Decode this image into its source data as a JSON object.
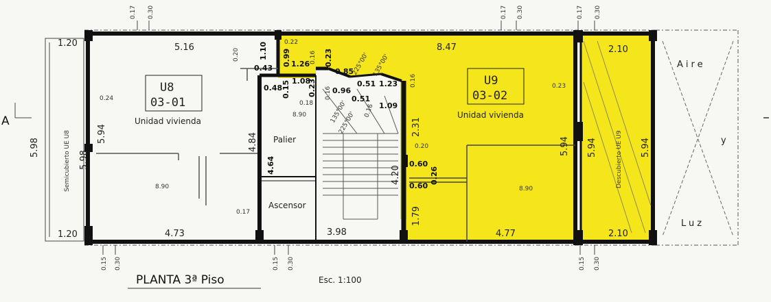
{
  "plan": {
    "title": "PLANTA 3ª Piso",
    "scale": "Esc. 1:100",
    "section_mark": "A",
    "colors": {
      "highlight": "#f4e61a",
      "wall": "#111111",
      "line": "#444444",
      "paper": "#f7f7f3"
    },
    "units": {
      "u8": {
        "id": "U8",
        "code": "03-01",
        "use": "Unidad vivienda"
      },
      "u9": {
        "id": "U9",
        "code": "03-02",
        "use": "Unidad vivienda"
      }
    },
    "rooms": {
      "palier": "Palier",
      "ascensor": "Ascensor",
      "semicubierto": "Semicubierto UE U8",
      "descubierto": "Descubierto UE U9",
      "air_light": [
        "Aire",
        "y",
        "Luz"
      ]
    },
    "levels": {
      "u8": "8.90",
      "u9": "8.90",
      "palier": "8.90"
    },
    "dims": {
      "u8_top": "5.16",
      "u8_bottom": "4.73",
      "u8_left_outer": "5.98",
      "u8_left_inner": "5.94",
      "u8_left_mid": "5.98",
      "semi_top": "1.20",
      "semi_bottom": "1.20",
      "small_110": "1.10",
      "small_043": "0.43",
      "stair_484": "4.84",
      "stair_464": "4.64",
      "stair_420": "4.20",
      "stair_398": "3.98",
      "u9_top": "8.47",
      "u9_bottom": "4.77",
      "u9_right": "5.94",
      "u9_231": "2.31",
      "u9_179": "1.79",
      "u9_060a": "0.60",
      "u9_060b": "0.60",
      "u9_026": "0.26",
      "u9_020": "0.20",
      "desc_top": "2.10",
      "desc_bottom": "2.10",
      "desc_left": "5.94",
      "desc_right": "5.94"
    },
    "small_dims": {
      "d099": "0.99",
      "d126": "1.26",
      "d016a": "0.16",
      "d022": "0.22",
      "d023a": "0.23",
      "d085": "0.85",
      "d051a": "0.51",
      "d123": "1.23",
      "d016b": "0.16",
      "d048": "0.48",
      "d108": "1.08",
      "d015": "0.15",
      "d023b": "0.23",
      "d096": "0.96",
      "d051b": "0.51",
      "d109": "1.09",
      "d018": "0.18",
      "d016c": "0.16",
      "d016d": "0.16",
      "d024": "0.24",
      "d020": "0.20",
      "d017": "0.17",
      "d023c": "0.23",
      "ang1": "225°00'",
      "ang2": "135°00'",
      "ang3": "135°00'",
      "ang4": "225°00'"
    },
    "top_marks": [
      "0.17",
      "0.30",
      "0.17",
      "0.30",
      "0.17",
      "0.30"
    ],
    "bottom_marks": [
      "0.15",
      "0.30",
      "0.15",
      "0.30",
      "0.15",
      "0.30"
    ]
  }
}
